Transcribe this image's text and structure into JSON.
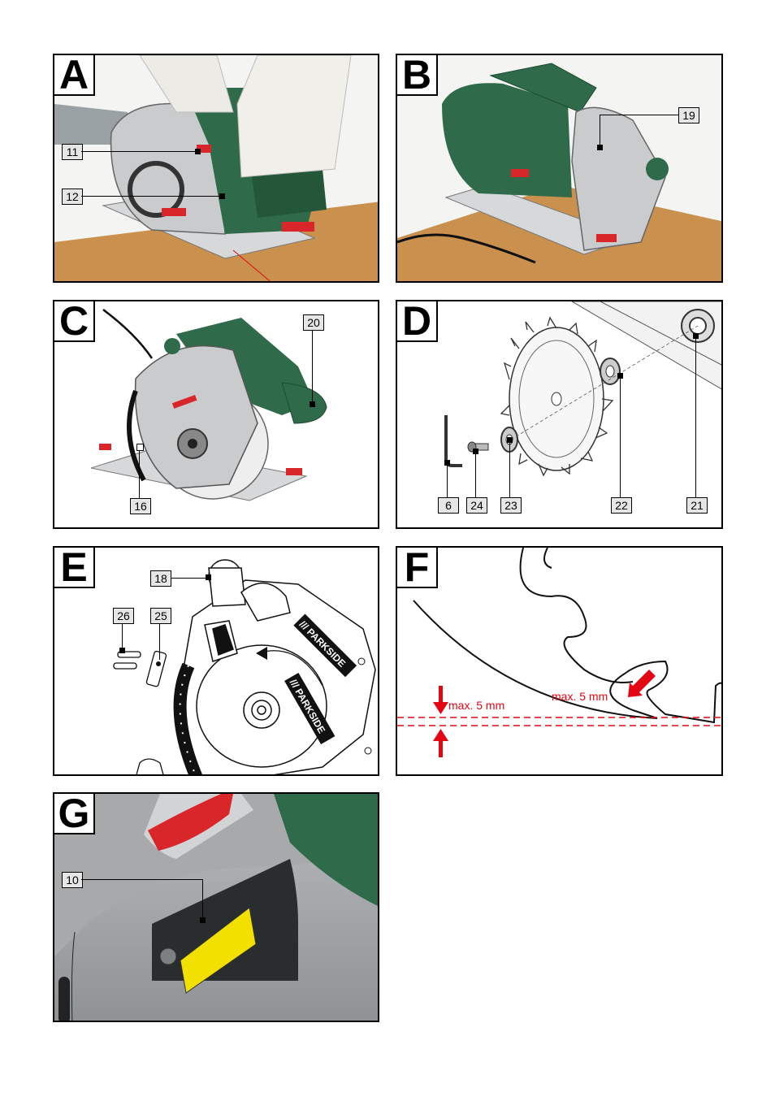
{
  "panels": {
    "A": {
      "letter": "A",
      "callouts": [
        "11",
        "12"
      ]
    },
    "B": {
      "letter": "B",
      "callouts": [
        "19"
      ]
    },
    "C": {
      "letter": "C",
      "callouts": [
        "20",
        "16"
      ]
    },
    "D": {
      "letter": "D",
      "callouts": [
        "6",
        "24",
        "23",
        "22",
        "21"
      ]
    },
    "E": {
      "letter": "E",
      "callouts": [
        "18",
        "26",
        "25"
      ],
      "brand": "/// PARKSIDE"
    },
    "F": {
      "letter": "F",
      "max_label_1": "max. 5 mm",
      "max_label_2": "max. 5 mm"
    },
    "G": {
      "letter": "G",
      "callouts": [
        "10"
      ]
    }
  },
  "colors": {
    "tool_green": "#2f6b4a",
    "tool_red": "#d8262b",
    "metal": "#c9cbcd",
    "wood": "#c9904e",
    "warning_yellow": "#f2e100",
    "dimension_red": "#e30613"
  }
}
